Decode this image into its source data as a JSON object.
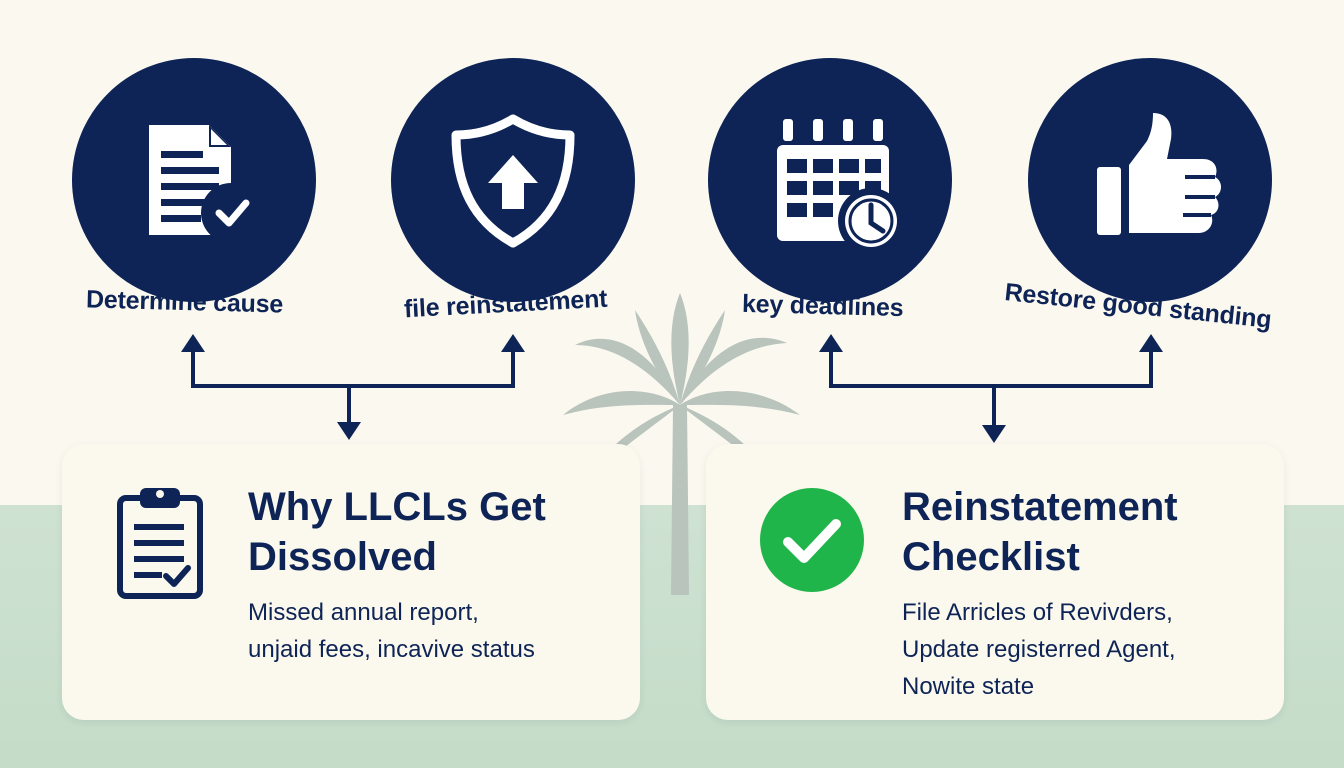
{
  "steps": [
    {
      "label": "Determine cause",
      "icon": "document-check-icon"
    },
    {
      "label": "file reinstatement",
      "icon": "shield-arrow-up-icon"
    },
    {
      "label": "key deadlines",
      "icon": "calendar-clock-icon"
    },
    {
      "label": "Restore good standing",
      "icon": "thumbs-up-icon"
    }
  ],
  "cards": {
    "left": {
      "icon": "clipboard-icon",
      "title_line1": "Why LLCLs Get",
      "title_line2": "Dissolved",
      "body_line1": "Missed annual report,",
      "body_line2": "unjaid fees, incavive status"
    },
    "right": {
      "icon": "green-check-circle-icon",
      "title_line1": "Reinstatement",
      "title_line2": "Checklist",
      "body_line1": "File Arricles of Revivders,",
      "body_line2": "Update registerred Agent,",
      "body_line3": "Nowite state"
    }
  },
  "colors": {
    "navy": "#0e2456",
    "background": "#fbf9ef",
    "ground": "#c8ddcb",
    "check_green": "#1fb54a",
    "palm": "#b9c4bd"
  }
}
